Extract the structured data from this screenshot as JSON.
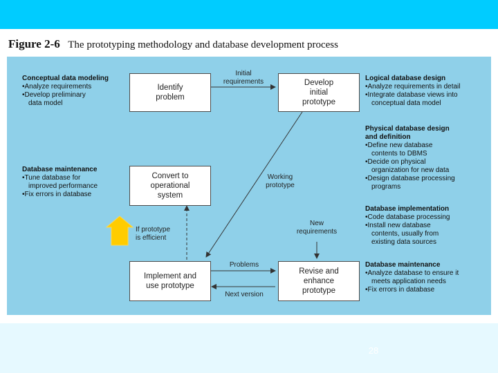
{
  "figure": {
    "number": "Figure 2-6",
    "caption": "The prototyping methodology and database development process"
  },
  "boxes": {
    "identify": "Identify\nproblem",
    "develop": "Develop\ninitial\nprototype",
    "convert": "Convert to\noperational\nsystem",
    "implement": "Implement and\nuse prototype",
    "revise": "Revise and\nenhance\nprototype"
  },
  "labels": {
    "initial_requirements": "Initial\nrequirements",
    "working_prototype": "Working\nprototype",
    "if_prototype_efficient": "If prototype\nis efficient",
    "new_requirements": "New\nrequirements",
    "problems": "Problems",
    "next_version": "Next version"
  },
  "notes": {
    "conceptual": {
      "heading": "Conceptual data modeling",
      "items": [
        "Analyze requirements",
        "Develop preliminary\ndata model"
      ]
    },
    "maintenance_left": {
      "heading": "Database maintenance",
      "items": [
        "Tune database for\nimproved performance",
        "Fix errors in database"
      ]
    },
    "logical": {
      "heading": "Logical database design",
      "items": [
        "Analyze requirements in detail",
        "Integrate database views into\nconceptual data model"
      ]
    },
    "physical": {
      "heading": "Physical database design\n   and definition",
      "items": [
        "Define new database\ncontents to DBMS",
        "Decide on physical\norganization for new data",
        "Design database processing\nprograms"
      ]
    },
    "implementation": {
      "heading": "Database implementation",
      "items": [
        "Code database processing",
        "Install new database\ncontents, usually from\nexisting data sources"
      ]
    },
    "maintenance_right": {
      "heading": "Database maintenance",
      "items": [
        "Analyze database to ensure it\nmeets application needs",
        "Fix errors in database"
      ]
    }
  },
  "page_number": "28",
  "colors": {
    "top_band": "#00ccff",
    "panel": "#8fd0e9",
    "highlight_arrow": "#ffcc00"
  }
}
